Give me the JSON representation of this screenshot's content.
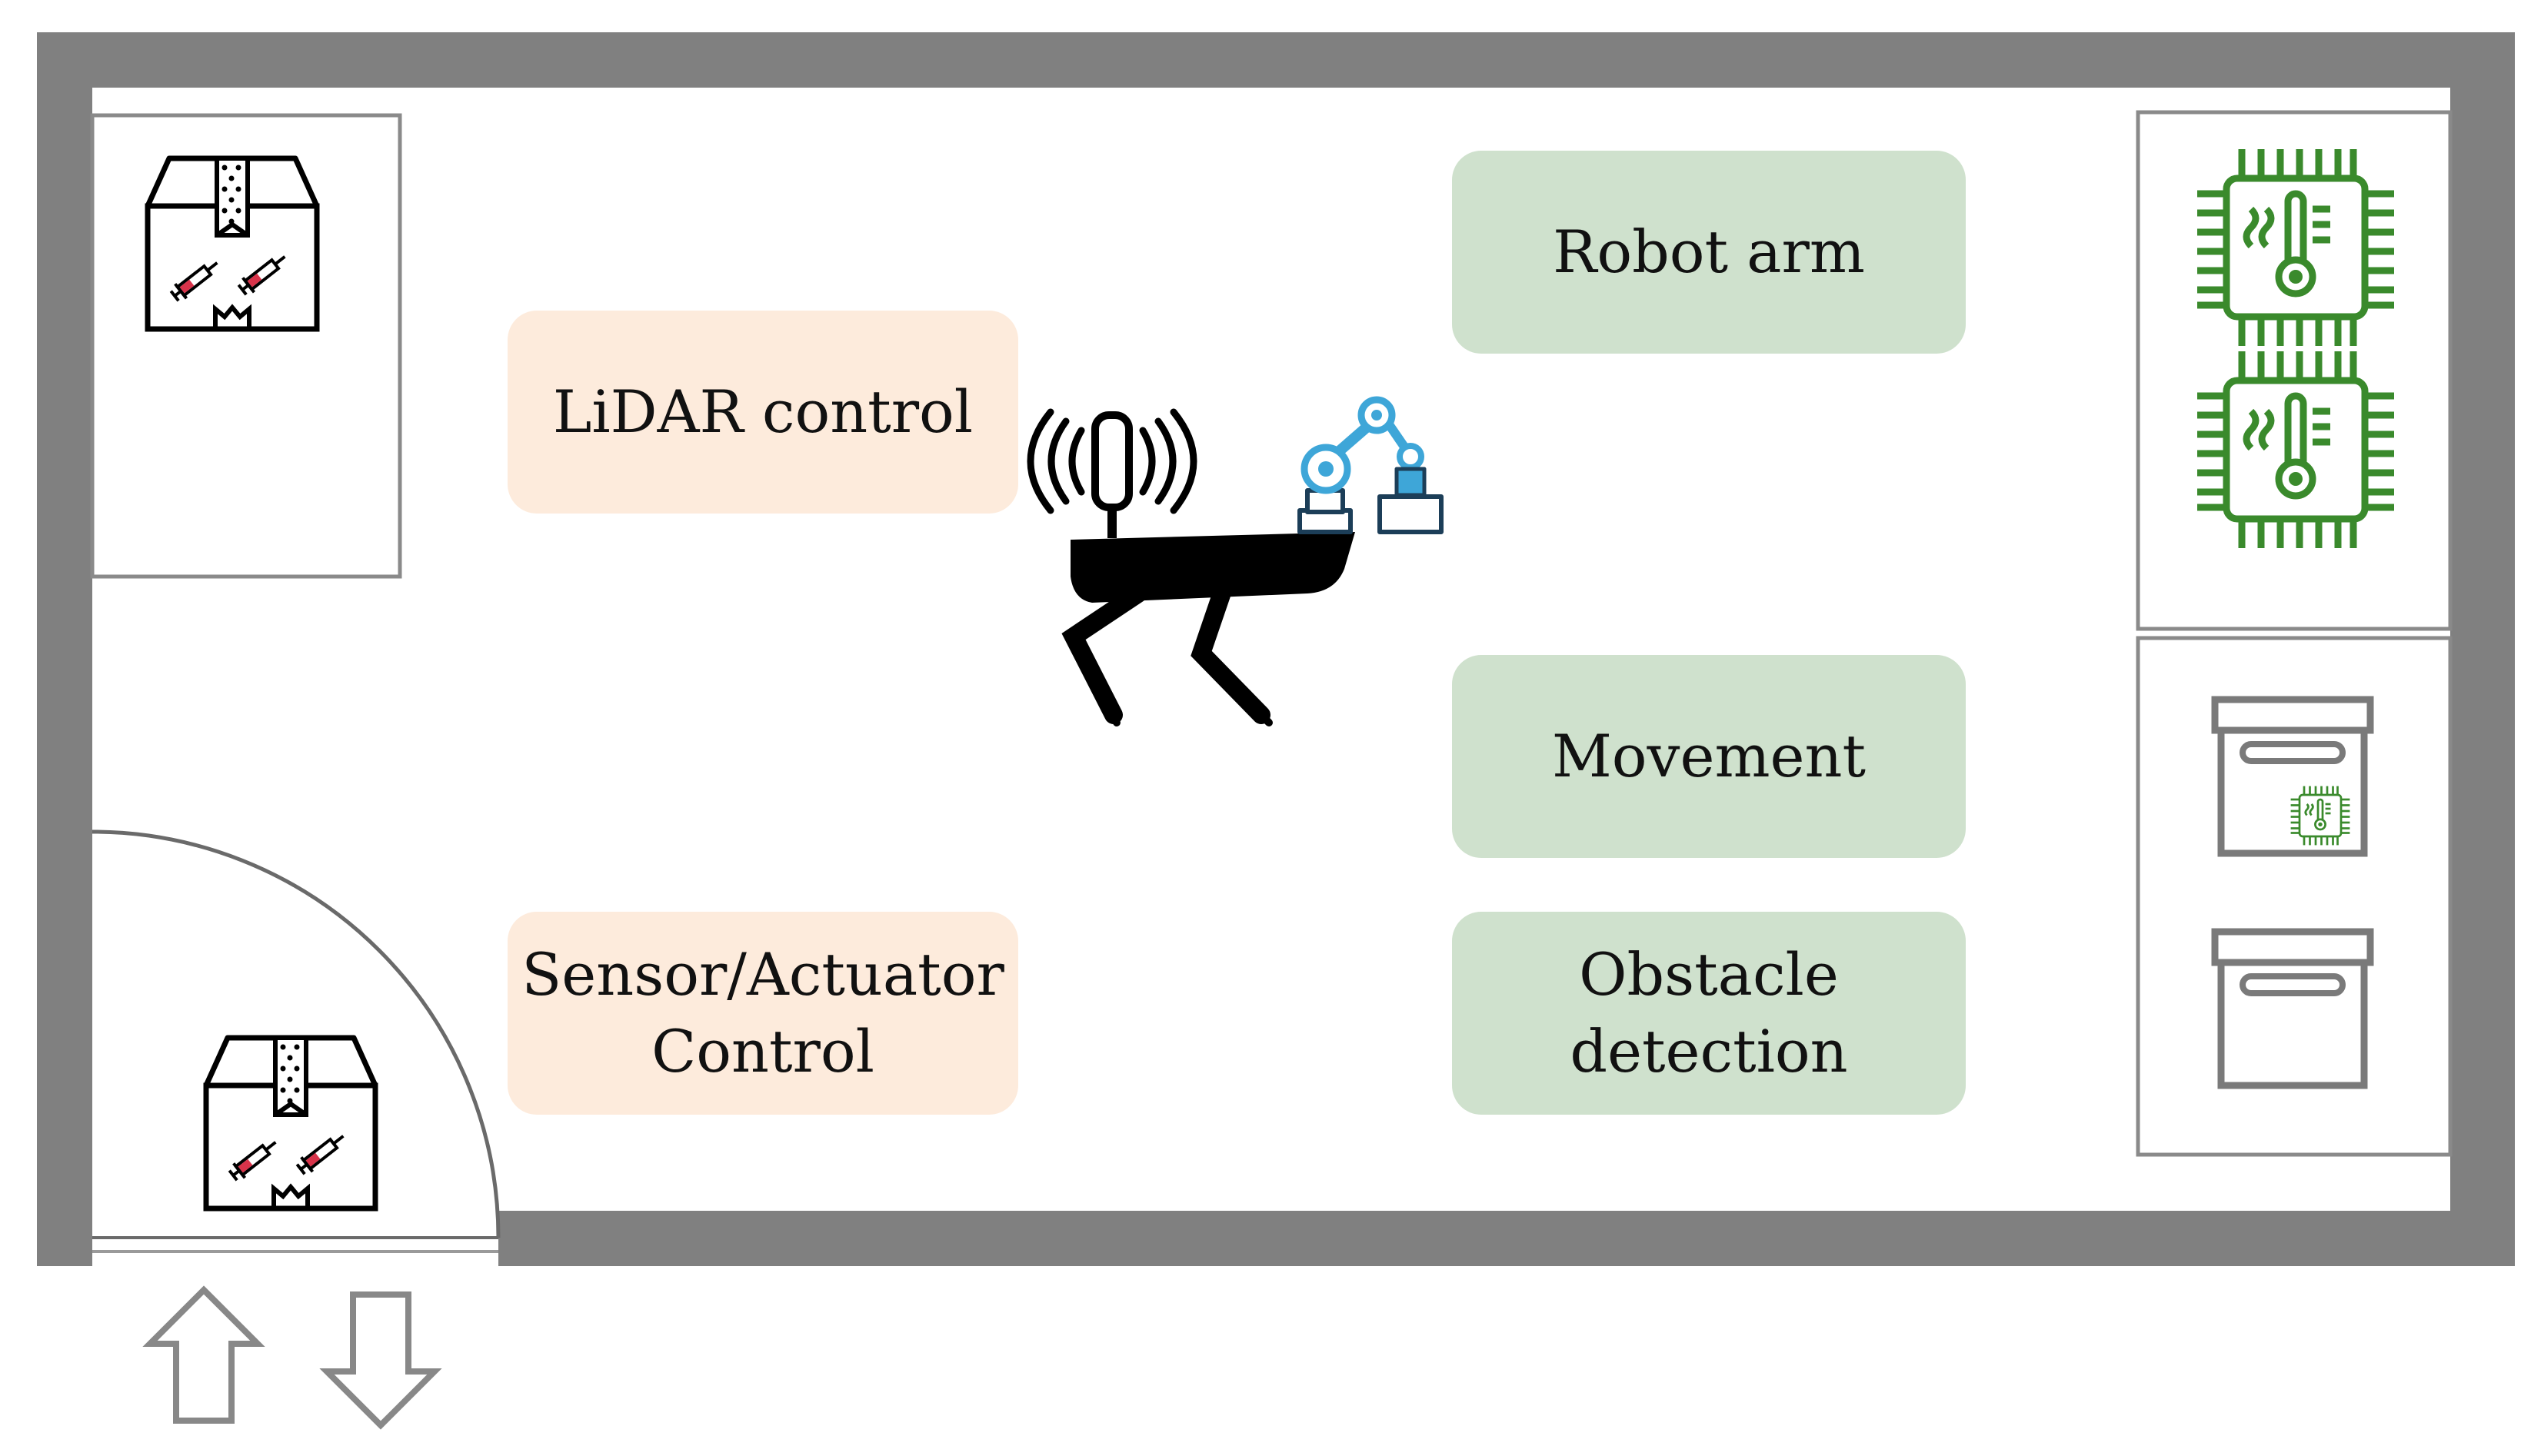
{
  "labels": {
    "lidar": "LiDAR control",
    "sensor_actuator": "Sensor/Actuator\nControl",
    "robot_arm": "Robot arm",
    "movement": "Movement",
    "obstacle": "Obstacle\ndetection"
  },
  "icons": {
    "package": "vaccine-package-icon",
    "chip": "temperature-sensor-chip-icon",
    "storage_box": "storage-box-icon",
    "robot": "quadruped-robot-icon",
    "arm": "robotic-arm-icon",
    "antenna": "lidar-antenna-icon",
    "arrow_in": "arrow-up-icon",
    "arrow_out": "arrow-down-icon"
  },
  "colors": {
    "wall": "#808080",
    "task_orange": "#fdebdc",
    "task_green": "#cfe1cd",
    "chip_green": "#3a8a2c",
    "arm_blue": "#3ea6d8",
    "syringe_red": "#d8334a"
  }
}
